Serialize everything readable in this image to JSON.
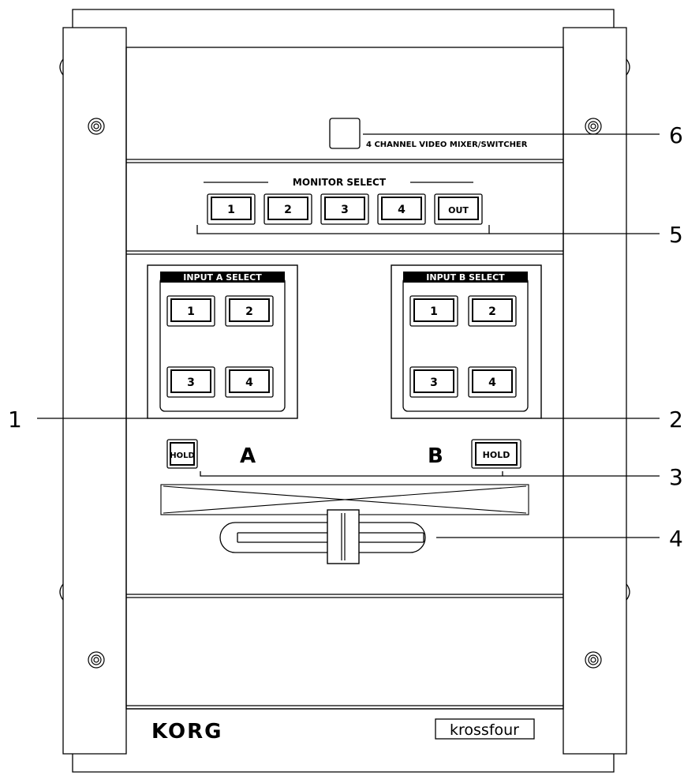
{
  "device": {
    "model_text": "4 CHANNEL VIDEO MIXER/SWITCHER",
    "brand": "KORG",
    "product_name": "krossfour"
  },
  "monitor_select": {
    "title": "MONITOR SELECT",
    "buttons": [
      "1",
      "2",
      "3",
      "4",
      "OUT"
    ]
  },
  "input_a": {
    "title": "INPUT A SELECT",
    "buttons": [
      "1",
      "2",
      "3",
      "4"
    ],
    "hold_label": "HOLD",
    "channel_letter": "A"
  },
  "input_b": {
    "title": "INPUT B SELECT",
    "buttons": [
      "1",
      "2",
      "3",
      "4"
    ],
    "hold_label": "HOLD",
    "channel_letter": "B"
  },
  "callouts": [
    "1",
    "2",
    "3",
    "4",
    "5",
    "6"
  ]
}
